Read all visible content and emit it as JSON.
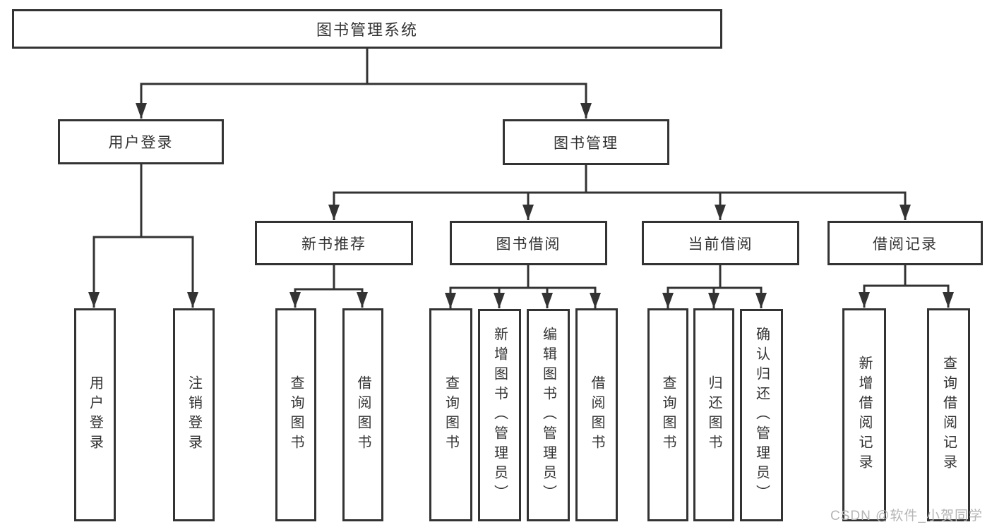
{
  "root": {
    "label": "图书管理系统"
  },
  "branches": {
    "login": {
      "label": "用户登录",
      "leaves": [
        {
          "label": "用户登录"
        },
        {
          "label": "注销登录"
        }
      ]
    },
    "mgmt": {
      "label": "图书管理",
      "groups": [
        {
          "label": "新书推荐",
          "leaves": [
            {
              "label": "查询图书"
            },
            {
              "label": "借阅图书"
            }
          ]
        },
        {
          "label": "图书借阅",
          "leaves": [
            {
              "label": "查询图书"
            },
            {
              "label": "新增图书（管理员）"
            },
            {
              "label": "编辑图书（管理员）"
            },
            {
              "label": "借阅图书"
            }
          ]
        },
        {
          "label": "当前借阅",
          "leaves": [
            {
              "label": "查询图书"
            },
            {
              "label": "归还图书"
            },
            {
              "label": "确认归还（管理员）"
            }
          ]
        },
        {
          "label": "借阅记录",
          "leaves": [
            {
              "label": "新增借阅记录"
            },
            {
              "label": "查询借阅记录"
            }
          ]
        }
      ]
    }
  },
  "watermark": "CSDN @软件_小贺同学",
  "colors": {
    "line": "#333333",
    "text": "#333333",
    "watermark": "#b5b5b5",
    "background": "#ffffff"
  }
}
